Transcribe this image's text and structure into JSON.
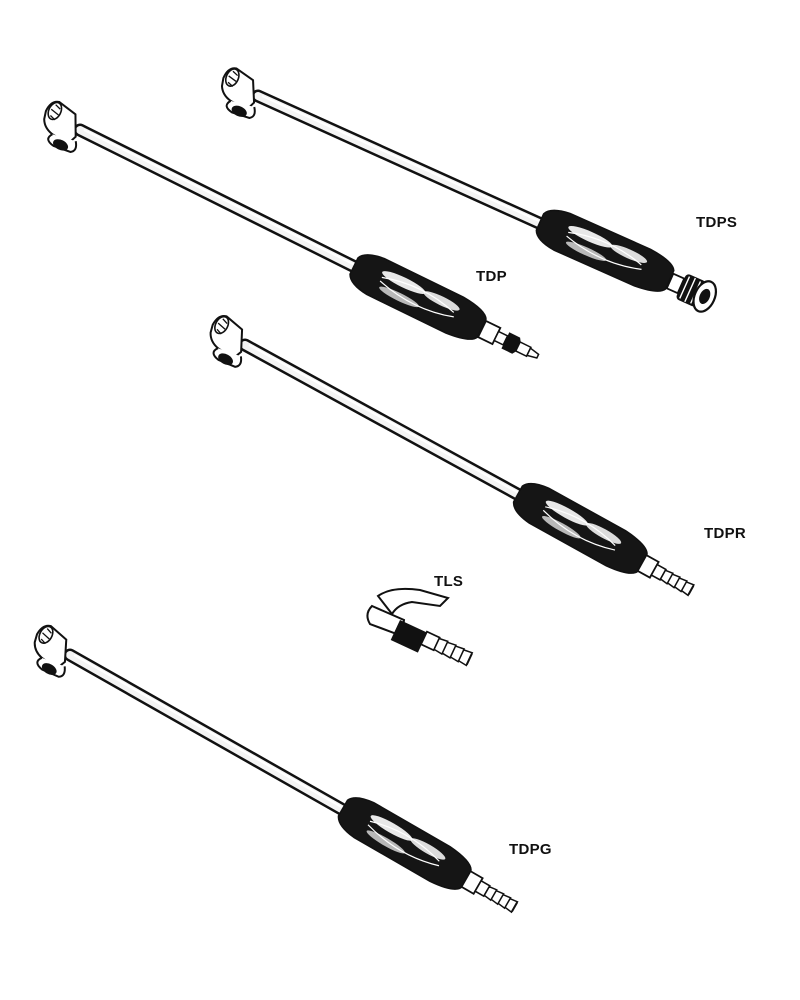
{
  "labels": {
    "tdps": "TDPS",
    "tdp": "TDP",
    "tdpr": "TDPR",
    "tls": "TLS",
    "tdpg": "TDPG"
  },
  "colors": {
    "ink": "#111111",
    "chrome": "#f4f4f4",
    "grip": "#151515",
    "background": "#ffffff"
  }
}
